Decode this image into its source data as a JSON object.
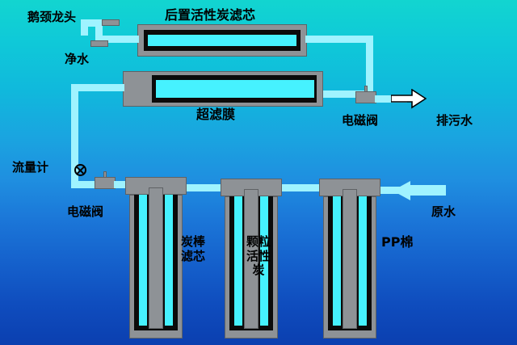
{
  "diagram": {
    "title_hidden": "",
    "labels": {
      "gooseneck_faucet": "鹅颈龙头",
      "pure_water": "净水",
      "post_carbon_filter": "后置活性炭滤芯",
      "uf_membrane": "超滤膜",
      "solenoid_valve_top": "电磁阀",
      "drain_water": "排污水",
      "flow_meter": "流量计",
      "solenoid_valve_bottom": "电磁阀",
      "carbon_rod_filter": "炭棒\n滤芯",
      "granular_activated_carbon": "颗粒\n活性\n炭",
      "pp_cotton": "PP棉",
      "raw_water": "原水"
    },
    "colors": {
      "pipe": "#9ff3ff",
      "housing": "#8e9296",
      "core_dark": "#0b0b0b",
      "core_cyan": "#46f2ff",
      "text": "#000000",
      "bg_top": "#12d5d0",
      "bg_bottom": "#0b3fb0"
    }
  }
}
